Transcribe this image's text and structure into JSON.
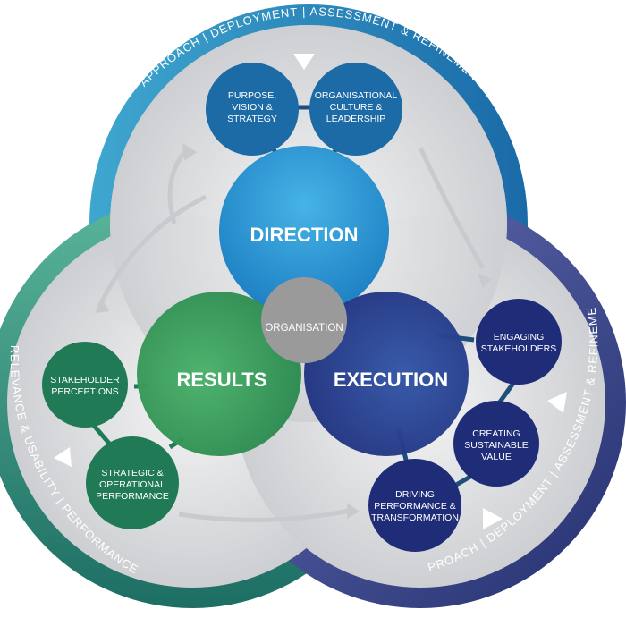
{
  "ring_labels": {
    "top": "APPROACH | DEPLOYMENT | ASSESSMENT & REFINEMENT",
    "right": "APPROACH | DEPLOYMENT | ASSESSMENT & REFINEMENT",
    "left": "RELEVANCE & USABILITY | PERFORMANCE"
  },
  "main": {
    "direction": "DIRECTION",
    "results": "RESULTS",
    "execution": "EXECUTION",
    "center": "ORGANISATION"
  },
  "criteria": {
    "purpose": [
      "PURPOSE,",
      "VISION &",
      "STRATEGY"
    ],
    "culture": [
      "ORGANISATIONAL",
      "CULTURE &",
      "LEADERSHIP"
    ],
    "engaging": [
      "ENGAGING",
      "STAKEHOLDERS"
    ],
    "creating": [
      "CREATING",
      "SUSTAINABLE",
      "VALUE"
    ],
    "driving": [
      "DRIVING",
      "PERFORMANCE &",
      "TRANSFORMATION"
    ],
    "perceptions": [
      "STAKEHOLDER",
      "PERCEPTIONS"
    ],
    "strategic": [
      "STRATEGIC &",
      "OPERATIONAL",
      "PERFORMANCE"
    ]
  },
  "colors": {
    "direction": "#2f9fd8",
    "results": "#3a9a57",
    "execution": "#283f90",
    "teal": "#1d7a8a",
    "navy": "#1f2d78",
    "green": "#1f7a55",
    "center": "#9a9a9a"
  }
}
